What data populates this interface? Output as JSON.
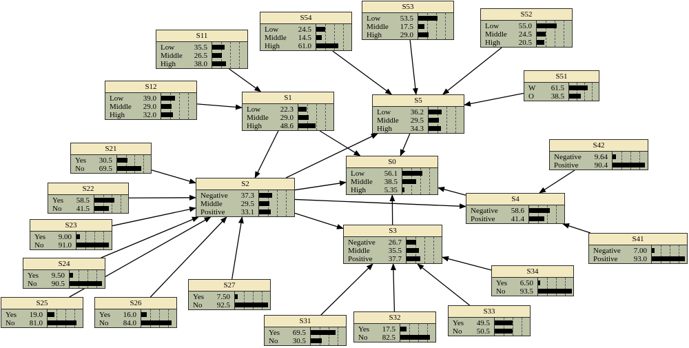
{
  "nodes": [
    {
      "id": "S11",
      "title": "S11",
      "states": [
        {
          "label": "Low",
          "value": "35.5",
          "p": 35.5
        },
        {
          "label": "Middle",
          "value": "26.5",
          "p": 26.5
        },
        {
          "label": "High",
          "value": "38.0",
          "p": 38.0
        }
      ]
    },
    {
      "id": "S12",
      "title": "S12",
      "states": [
        {
          "label": "Low",
          "value": "39.0",
          "p": 39.0
        },
        {
          "label": "Middle",
          "value": "29.0",
          "p": 29.0
        },
        {
          "label": "High",
          "value": "32.0",
          "p": 32.0
        }
      ]
    },
    {
      "id": "S54",
      "title": "S54",
      "states": [
        {
          "label": "Low",
          "value": "24.5",
          "p": 24.5
        },
        {
          "label": "Middle",
          "value": "14.5",
          "p": 14.5
        },
        {
          "label": "High",
          "value": "61.0",
          "p": 61.0
        }
      ]
    },
    {
      "id": "S53",
      "title": "S53",
      "states": [
        {
          "label": "Low",
          "value": "53.5",
          "p": 53.5
        },
        {
          "label": "Middle",
          "value": "17.5",
          "p": 17.5
        },
        {
          "label": "High",
          "value": "29.0",
          "p": 29.0
        }
      ]
    },
    {
      "id": "S52",
      "title": "S52",
      "states": [
        {
          "label": "Low",
          "value": "55.0",
          "p": 55.0
        },
        {
          "label": "Middle",
          "value": "24.5",
          "p": 24.5
        },
        {
          "label": "High",
          "value": "20.5",
          "p": 20.5
        }
      ]
    },
    {
      "id": "S51",
      "title": "S51",
      "states": [
        {
          "label": "W",
          "value": "61.5",
          "p": 61.5
        },
        {
          "label": "O",
          "value": "38.5",
          "p": 38.5
        }
      ]
    },
    {
      "id": "S1",
      "title": "S1",
      "states": [
        {
          "label": "Low",
          "value": "22.3",
          "p": 22.3
        },
        {
          "label": "Middle",
          "value": "29.0",
          "p": 29.0
        },
        {
          "label": "High",
          "value": "48.6",
          "p": 48.6
        }
      ]
    },
    {
      "id": "S5",
      "title": "S5",
      "states": [
        {
          "label": "Low",
          "value": "36.2",
          "p": 36.2
        },
        {
          "label": "Middle",
          "value": "29.5",
          "p": 29.5
        },
        {
          "label": "High",
          "value": "34.3",
          "p": 34.3
        }
      ]
    },
    {
      "id": "S42",
      "title": "S42",
      "states": [
        {
          "label": "Negative",
          "value": "9.64",
          "p": 9.64
        },
        {
          "label": "Positive",
          "value": "90.4",
          "p": 90.4
        }
      ]
    },
    {
      "id": "S0",
      "title": "S0",
      "states": [
        {
          "label": "Low",
          "value": "56.1",
          "p": 56.1
        },
        {
          "label": "Middle",
          "value": "38.5",
          "p": 38.5
        },
        {
          "label": "High",
          "value": "5.35",
          "p": 5.35
        }
      ]
    },
    {
      "id": "S21",
      "title": "S21",
      "states": [
        {
          "label": "Yes",
          "value": "30.5",
          "p": 30.5
        },
        {
          "label": "No",
          "value": "69.5",
          "p": 69.5
        }
      ]
    },
    {
      "id": "S2",
      "title": "S2",
      "states": [
        {
          "label": "Negative",
          "value": "37.3",
          "p": 37.3
        },
        {
          "label": "Middle",
          "value": "29.5",
          "p": 29.5
        },
        {
          "label": "Positive",
          "value": "33.1",
          "p": 33.1
        }
      ]
    },
    {
      "id": "S22",
      "title": "S22",
      "states": [
        {
          "label": "Yes",
          "value": "58.5",
          "p": 58.5
        },
        {
          "label": "No",
          "value": "41.5",
          "p": 41.5
        }
      ]
    },
    {
      "id": "S4",
      "title": "S4",
      "states": [
        {
          "label": "Negative",
          "value": "58.6",
          "p": 58.6
        },
        {
          "label": "Positive",
          "value": "41.4",
          "p": 41.4
        }
      ]
    },
    {
      "id": "S23",
      "title": "S23",
      "states": [
        {
          "label": "Yes",
          "value": "9.00",
          "p": 9.0
        },
        {
          "label": "No",
          "value": "91.0",
          "p": 91.0
        }
      ]
    },
    {
      "id": "S3",
      "title": "S3",
      "states": [
        {
          "label": "Negative",
          "value": "26.7",
          "p": 26.7
        },
        {
          "label": "Middle",
          "value": "35.5",
          "p": 35.5
        },
        {
          "label": "Positive",
          "value": "37.7",
          "p": 37.7
        }
      ]
    },
    {
      "id": "S41",
      "title": "S41",
      "states": [
        {
          "label": "Negative",
          "value": "7.00",
          "p": 7.0
        },
        {
          "label": "Positive",
          "value": "93.0",
          "p": 93.0
        }
      ]
    },
    {
      "id": "S24",
      "title": "S24",
      "states": [
        {
          "label": "Yes",
          "value": "9.50",
          "p": 9.5
        },
        {
          "label": "No",
          "value": "90.5",
          "p": 90.5
        }
      ]
    },
    {
      "id": "S34",
      "title": "S34",
      "states": [
        {
          "label": "Yes",
          "value": "6.50",
          "p": 6.5
        },
        {
          "label": "No",
          "value": "93.5",
          "p": 93.5
        }
      ]
    },
    {
      "id": "S27",
      "title": "S27",
      "states": [
        {
          "label": "Yes",
          "value": "7.50",
          "p": 7.5
        },
        {
          "label": "No",
          "value": "92.5",
          "p": 92.5
        }
      ]
    },
    {
      "id": "S25",
      "title": "S25",
      "states": [
        {
          "label": "Yes",
          "value": "19.0",
          "p": 19.0
        },
        {
          "label": "No",
          "value": "81.0",
          "p": 81.0
        }
      ]
    },
    {
      "id": "S26",
      "title": "S26",
      "states": [
        {
          "label": "Yes",
          "value": "16.0",
          "p": 16.0
        },
        {
          "label": "No",
          "value": "84.0",
          "p": 84.0
        }
      ]
    },
    {
      "id": "S33",
      "title": "S33",
      "states": [
        {
          "label": "Yes",
          "value": "49.5",
          "p": 49.5
        },
        {
          "label": "No",
          "value": "50.5",
          "p": 50.5
        }
      ]
    },
    {
      "id": "S31",
      "title": "S31",
      "states": [
        {
          "label": "Yes",
          "value": "69.5",
          "p": 69.5
        },
        {
          "label": "No",
          "value": "30.5",
          "p": 30.5
        }
      ]
    },
    {
      "id": "S32",
      "title": "S32",
      "states": [
        {
          "label": "Yes",
          "value": "17.5",
          "p": 17.5
        },
        {
          "label": "No",
          "value": "82.5",
          "p": 82.5
        }
      ]
    }
  ],
  "edges": [
    {
      "from": "S11",
      "to": "S1"
    },
    {
      "from": "S12",
      "to": "S1"
    },
    {
      "from": "S54",
      "to": "S5"
    },
    {
      "from": "S53",
      "to": "S5"
    },
    {
      "from": "S52",
      "to": "S5"
    },
    {
      "from": "S51",
      "to": "S5"
    },
    {
      "from": "S1",
      "to": "S2"
    },
    {
      "from": "S1",
      "to": "S0"
    },
    {
      "from": "S5",
      "to": "S0"
    },
    {
      "from": "S2",
      "to": "S5"
    },
    {
      "from": "S2",
      "to": "S0"
    },
    {
      "from": "S2",
      "to": "S4"
    },
    {
      "from": "S2",
      "to": "S3"
    },
    {
      "from": "S21",
      "to": "S2"
    },
    {
      "from": "S22",
      "to": "S2"
    },
    {
      "from": "S23",
      "to": "S2"
    },
    {
      "from": "S24",
      "to": "S2"
    },
    {
      "from": "S25",
      "to": "S2"
    },
    {
      "from": "S26",
      "to": "S2"
    },
    {
      "from": "S27",
      "to": "S2"
    },
    {
      "from": "S3",
      "to": "S0"
    },
    {
      "from": "S4",
      "to": "S0"
    },
    {
      "from": "S42",
      "to": "S4"
    },
    {
      "from": "S41",
      "to": "S4"
    },
    {
      "from": "S31",
      "to": "S3"
    },
    {
      "from": "S32",
      "to": "S3"
    },
    {
      "from": "S33",
      "to": "S3"
    },
    {
      "from": "S34",
      "to": "S3"
    }
  ],
  "colors": {
    "title_bg": "#f3e9c1",
    "body_bg": "#bdc3a7",
    "bar": "#000000",
    "edge": "#000000"
  }
}
